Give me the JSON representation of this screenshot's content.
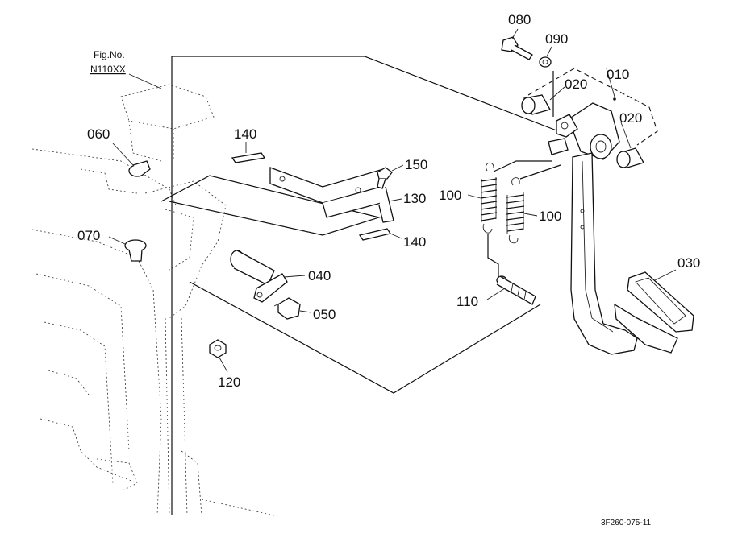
{
  "figure_ref": {
    "line1": "Fig.No.",
    "line2": "N110XX"
  },
  "labels": {
    "p010": "010",
    "p020a": "020",
    "p020b": "020",
    "p030": "030",
    "p040": "040",
    "p050": "050",
    "p060": "060",
    "p070": "070",
    "p080": "080",
    "p090": "090",
    "p100a": "100",
    "p100b": "100",
    "p110": "110",
    "p120": "120",
    "p130": "130",
    "p140a": "140",
    "p140b": "140",
    "p150": "150"
  },
  "drawing_code": "3F260-075-11"
}
